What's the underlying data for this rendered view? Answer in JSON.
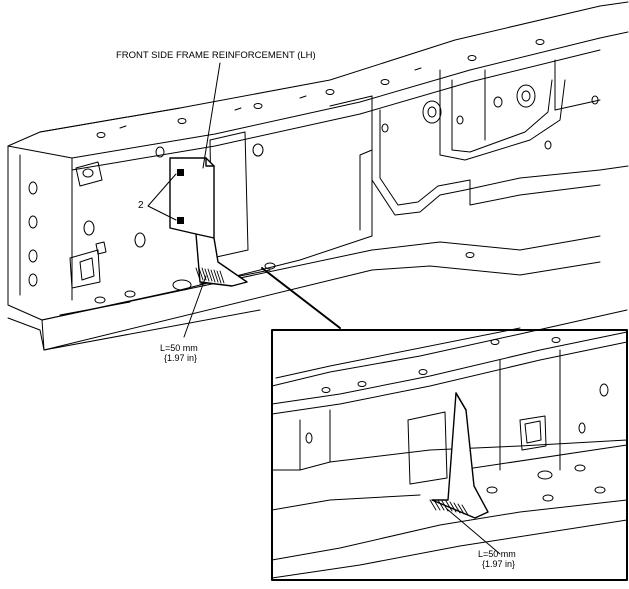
{
  "diagram": {
    "part_label": "FRONT SIDE FRAME REINFORCEMENT (LH)",
    "callout_number": "2",
    "weld_length_mm": "L=50 mm",
    "weld_length_in": "{1.97 in}",
    "inset_weld_length_mm": "L=50 mm",
    "inset_weld_length_in": "{1.97 in}"
  },
  "colors": {
    "line": "#000000",
    "background": "#ffffff"
  }
}
